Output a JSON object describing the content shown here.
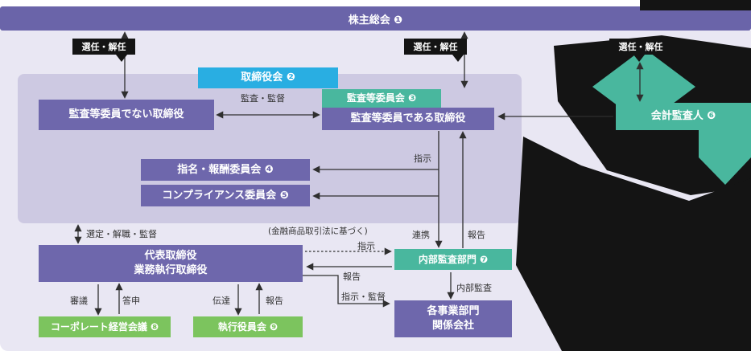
{
  "top_bar": {
    "label": "株主総会 ❶"
  },
  "callouts": {
    "appoint_dismiss": "選任・解任"
  },
  "boxes": {
    "board": "取締役会 ❷",
    "non_audit_directors": "監査等委員でない取締役",
    "audit_committee": "監査等委員会 ❸",
    "audit_directors": "監査等委員である取締役",
    "nomination_committee": "指名・報酬委員会 ❹",
    "compliance_committee": "コンプライアンス委員会 ❺",
    "accounting_auditor": "会計監査人 ❻",
    "internal_audit": "内部監査部門 ❼",
    "executive": {
      "line1": "代表取締役",
      "line2": "業務執行取締役"
    },
    "corporate_meeting": "コーポレート経営会議 ❽",
    "executive_officers": "執行役員会 ❾",
    "divisions": {
      "line1": "各事業部門",
      "line2": "関係会社"
    }
  },
  "edge_labels": {
    "audit_supervise": "監査・監督",
    "instruct": "指示",
    "cooperate": "連携",
    "report": "報告",
    "select_dismiss_supervise": "選定・解職・監督",
    "fiea_note": "(金融商品取引法に基づく)",
    "instruct2": "指示",
    "report2": "報告",
    "deliberate": "審議",
    "reply": "答申",
    "convey": "伝達",
    "report3": "報告",
    "instruct_supervise": "指示・監督",
    "internal_audit": "内部監査"
  },
  "colors": {
    "bar_purple": "#6a64a9",
    "box_purple": "#6e67ac",
    "cyan": "#29aee2",
    "teal": "#49b79e",
    "green": "#7cc45e",
    "lavender": "#e9e7f3",
    "panel": "#cdc9e2",
    "black_shape": "#141414"
  }
}
